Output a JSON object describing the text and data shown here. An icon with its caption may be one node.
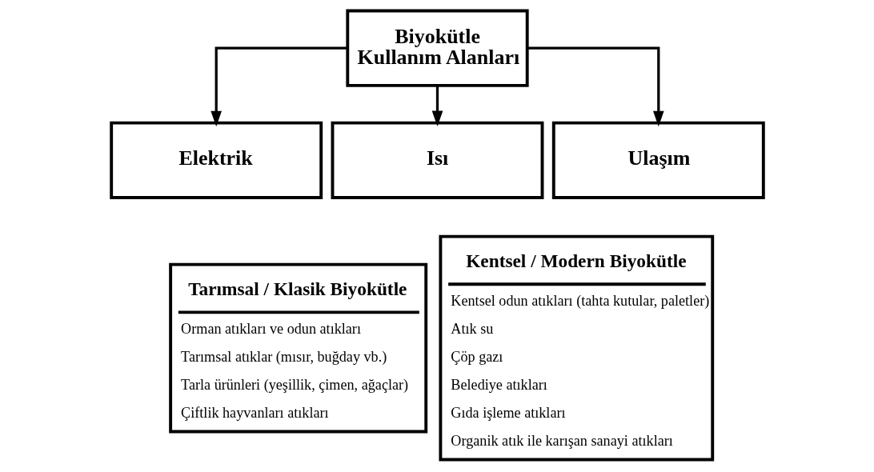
{
  "diagram": {
    "nodes": [
      {
        "text": [
          "Biyokütle Kullanım Alanları"
        ]
      },
      {
        "text": [
          "Elektrik"
        ]
      },
      {
        "text": [
          "Isı"
        ]
      },
      {
        "text": [
          "Ulaşım"
        ]
      },
      {
        "text": [
          "Tarımsal / Klasik Biyokütle",
          "Orman atıkları ve odun atıkları",
          "Tarımsal atıklar (mısır, buğday vb.)",
          "Tarla ürünleri (yeşillik, çimen, ağaçlar)",
          "Çiftlik hayvanları atıkları"
        ]
      },
      {
        "text": [
          "Kentsel / Modern Biyokütle",
          "Kentsel odun atıkları (tahta kutular, paletler)",
          "Atık su",
          "Çöp gazı",
          "Belediye atıkları",
          "Gıda işleme atıkları",
          "Organik atık ile karışan sanayi atıkları"
        ]
      }
    ],
    "edges": [
      {
        "from": 0,
        "to": 1,
        "arrow": "to"
      },
      {
        "from": 0,
        "to": 2,
        "arrow": "to"
      },
      {
        "from": 0,
        "to": 3,
        "arrow": "to"
      }
    ]
  }
}
